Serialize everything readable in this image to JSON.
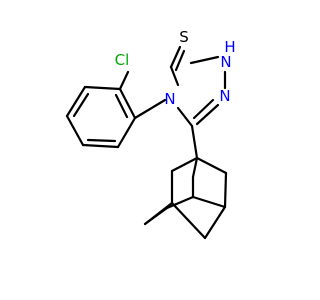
{
  "molecule": {
    "atoms": {
      "S": {
        "text": "S",
        "color": "#000000"
      },
      "NH": {
        "text": "H",
        "color": "#0000ff"
      },
      "N_h": {
        "text": "N",
        "color": "#0000ff"
      },
      "N4": {
        "text": "N",
        "color": "#0000ff"
      },
      "N2": {
        "text": "N",
        "color": "#0000ff"
      },
      "Cl": {
        "text": "Cl",
        "color": "#00aa00"
      }
    }
  }
}
